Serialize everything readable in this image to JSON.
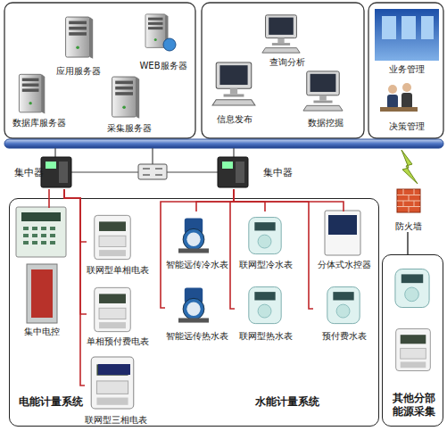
{
  "diagram": {
    "nodes": [
      {
        "text": [
          "应用服务器"
        ]
      },
      {
        "text": [
          "WEB服务器"
        ]
      },
      {
        "text": [
          "数据库服务器"
        ]
      },
      {
        "text": [
          "采集服务器"
        ]
      },
      {
        "text": [
          "查询分析"
        ]
      },
      {
        "text": [
          "信息发布"
        ]
      },
      {
        "text": [
          "数据挖掘"
        ]
      },
      {
        "text": [
          "业务管理"
        ]
      },
      {
        "text": [
          "决策管理"
        ]
      },
      {
        "text": [
          "集中器"
        ]
      },
      {
        "text": [
          "集中器"
        ]
      },
      {
        "text": [
          "防火墙"
        ]
      },
      {
        "text": [
          "电能计量系统",
          "水能计量系统"
        ]
      },
      {
        "text": [
          "集中电控"
        ],
        "in": 12
      },
      {
        "text": [
          "联网型单相电表"
        ],
        "in": 12
      },
      {
        "text": [
          "单相预付费电表"
        ],
        "in": 12
      },
      {
        "text": [
          "联网型三相电表"
        ],
        "in": 12
      },
      {
        "text": [
          "智能远传冷水表"
        ],
        "in": 12
      },
      {
        "text": [
          "智能远传热水表"
        ],
        "in": 12
      },
      {
        "text": [
          "联网型冷水表"
        ],
        "in": 12
      },
      {
        "text": [
          "联网型热水表"
        ],
        "in": 12
      },
      {
        "text": [
          "分体式水控器"
        ],
        "in": 12
      },
      {
        "text": [
          "预付费水表"
        ],
        "in": 12
      },
      {
        "text": [
          "其他分部 能源采集"
        ]
      }
    ],
    "edges": [
      {
        "from": 9,
        "to": 13,
        "arrow": "none"
      },
      {
        "from": 9,
        "to": 14,
        "arrow": "none"
      },
      {
        "from": 9,
        "to": 15,
        "arrow": "none"
      },
      {
        "from": 9,
        "to": 16,
        "arrow": "none"
      },
      {
        "from": 10,
        "to": 17,
        "arrow": "none"
      },
      {
        "from": 10,
        "to": 18,
        "arrow": "none"
      },
      {
        "from": 10,
        "to": 19,
        "arrow": "none"
      },
      {
        "from": 10,
        "to": 20,
        "arrow": "none"
      },
      {
        "from": 10,
        "to": 21,
        "arrow": "none"
      },
      {
        "from": 10,
        "to": 22,
        "arrow": "none"
      },
      {
        "from": 11,
        "to": 23,
        "arrow": "none"
      }
    ]
  }
}
